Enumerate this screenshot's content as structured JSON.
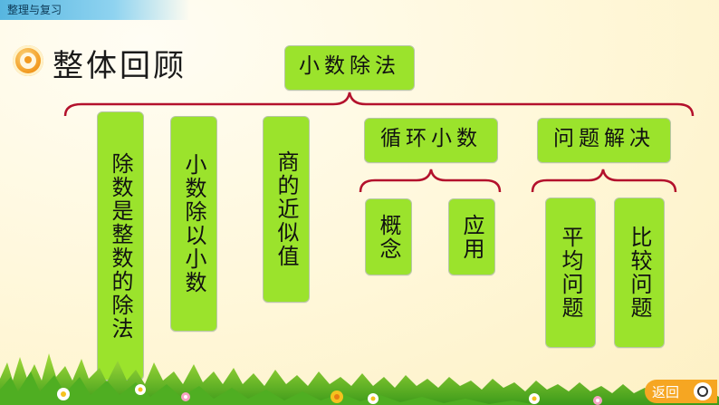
{
  "header": {
    "title": "整理与复习"
  },
  "page_title": "整体回顾",
  "root": "小数除法",
  "branches": {
    "b1": "除数是整数的除法",
    "b2": "小数除以小数",
    "b3": "商的近似值",
    "b4": {
      "label": "循环小数",
      "children": [
        "概念",
        "应用"
      ]
    },
    "b5": {
      "label": "问题解决",
      "children": [
        "平均问题",
        "比较问题"
      ]
    }
  },
  "nav": {
    "back_label": "返回",
    "back_icon": "q-logo-icon"
  },
  "colors": {
    "box_fill": "#9be32c",
    "brace": "#b3112c",
    "button": "#f6a622"
  }
}
